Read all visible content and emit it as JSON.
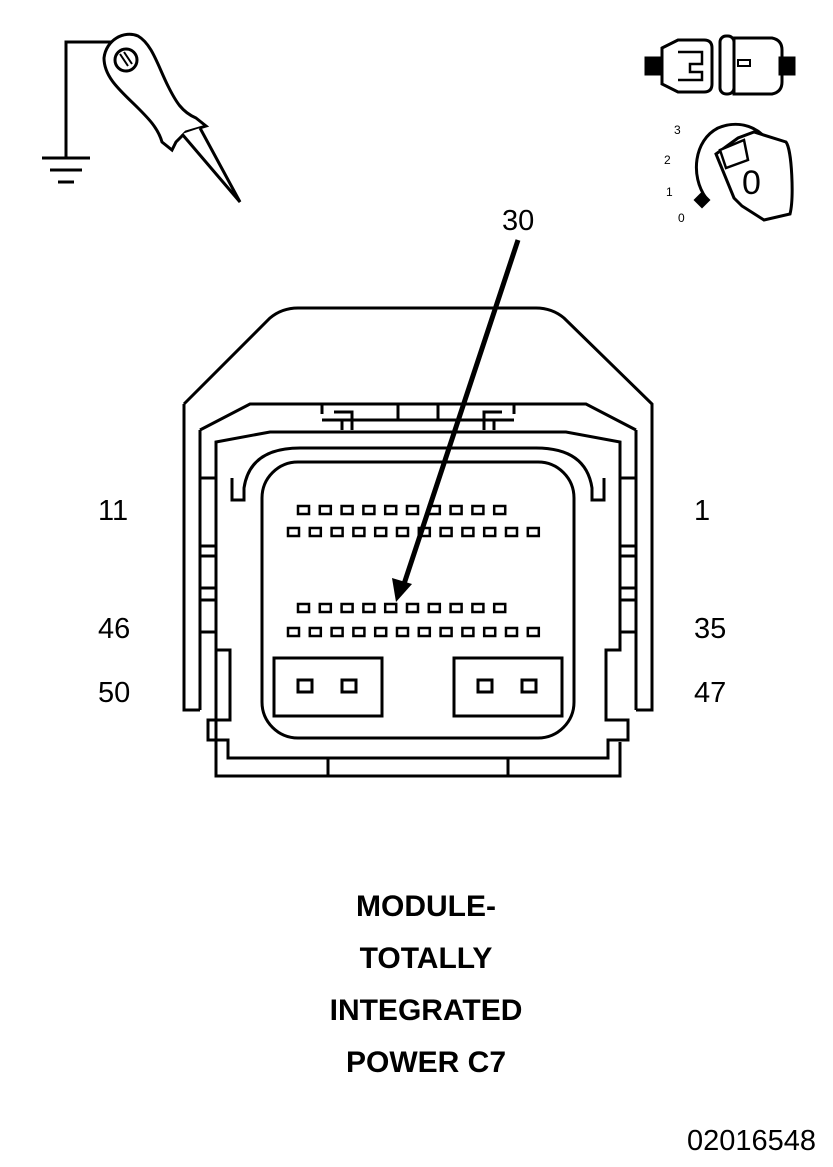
{
  "connector": {
    "callout_pin": "30",
    "pin_labels": {
      "left_top": "11",
      "right_top": "1",
      "left_mid": "46",
      "right_mid": "35",
      "left_bottom": "50",
      "right_bottom": "47"
    }
  },
  "ignition": {
    "positions": [
      "3",
      "2",
      "1",
      "0"
    ],
    "key_state": "0"
  },
  "title_lines": [
    "MODULE-",
    "TOTALLY",
    "INTEGRATED",
    "POWER C7"
  ],
  "figure_code": "02016548"
}
